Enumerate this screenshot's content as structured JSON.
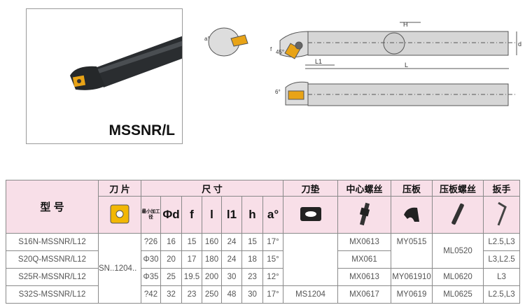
{
  "product": {
    "title": "MSSNR/L"
  },
  "drawing": {
    "labels": {
      "angle_a": "a°",
      "H": "H",
      "d": "d",
      "f": "f",
      "angle_45": "45°",
      "L1": "L1",
      "L": "L",
      "angle_6": "6°"
    }
  },
  "table": {
    "headers": {
      "model": "型  号",
      "insert": "刀 片",
      "dimensions": "尺   寸",
      "shim": "刀垫",
      "center_screw": "中心螺丝",
      "clamp": "压板",
      "clamp_screw": "压板螺丝",
      "wrench": "扳手"
    },
    "dim_headers": {
      "min_bore": "最小加工径",
      "d": "Φd",
      "f": "f",
      "l": "l",
      "l1": "l1",
      "h": "h",
      "a": "a°"
    },
    "insert_value": "SN..1204..",
    "shim_value": "MS1204",
    "rows": [
      {
        "model": "S16N-MSSNR/L12",
        "min": "?26",
        "d": "16",
        "f": "15",
        "l": "160",
        "l1": "24",
        "h": "15",
        "a": "17°",
        "center_screw": "MX0613",
        "wrench": "L2.5,L3"
      },
      {
        "model": "S20Q-MSSNR/L12",
        "min": "Φ30",
        "d": "20",
        "f": "17",
        "l": "180",
        "l1": "24",
        "h": "18",
        "a": "15°",
        "center_screw": "MX061",
        "wrench": "L3,L2.5"
      },
      {
        "model": "S25R-MSSNR/L12",
        "min": "Φ35",
        "d": "25",
        "f": "19.5",
        "l": "200",
        "l1": "30",
        "h": "23",
        "a": "12°",
        "center_screw": "MX0613",
        "clamp": "MY061910",
        "clamp_screw": "ML0620",
        "wrench": "L3"
      },
      {
        "model": "S32S-MSSNR/L12",
        "min": "?42",
        "d": "32",
        "f": "23",
        "l": "250",
        "l1": "48",
        "h": "30",
        "a": "17°",
        "center_screw": "MX0617",
        "clamp": "MY0619",
        "clamp_screw": "ML0625",
        "wrench": "L2.5,L3"
      }
    ],
    "clamp_merged": "MY0515",
    "clamp_screw_merged": "ML0520"
  }
}
